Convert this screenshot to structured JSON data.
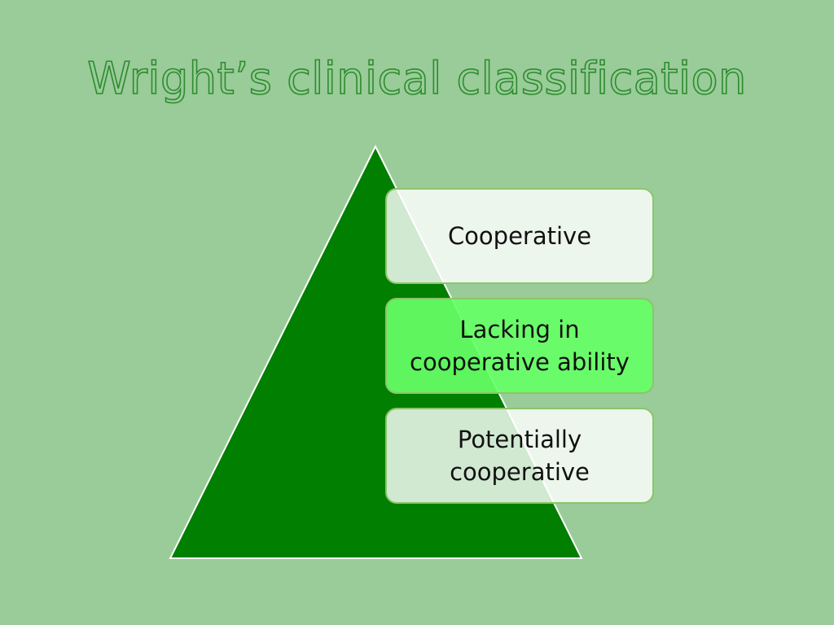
{
  "slide": {
    "title": "Wright’s clinical classification"
  },
  "diagram": {
    "items": [
      {
        "label": "Cooperative"
      },
      {
        "label": "Lacking in cooperative ability"
      },
      {
        "label": "Potentially cooperative"
      }
    ]
  },
  "colors": {
    "background": "#99cc99",
    "pyramid_fill": "#007f00",
    "pyramid_stroke": "#ffffff",
    "title_outline": "#2e8b2e",
    "box_light": "#f2f8f0",
    "box_bright": "#66ff66",
    "box_border": "#8cc46a"
  }
}
